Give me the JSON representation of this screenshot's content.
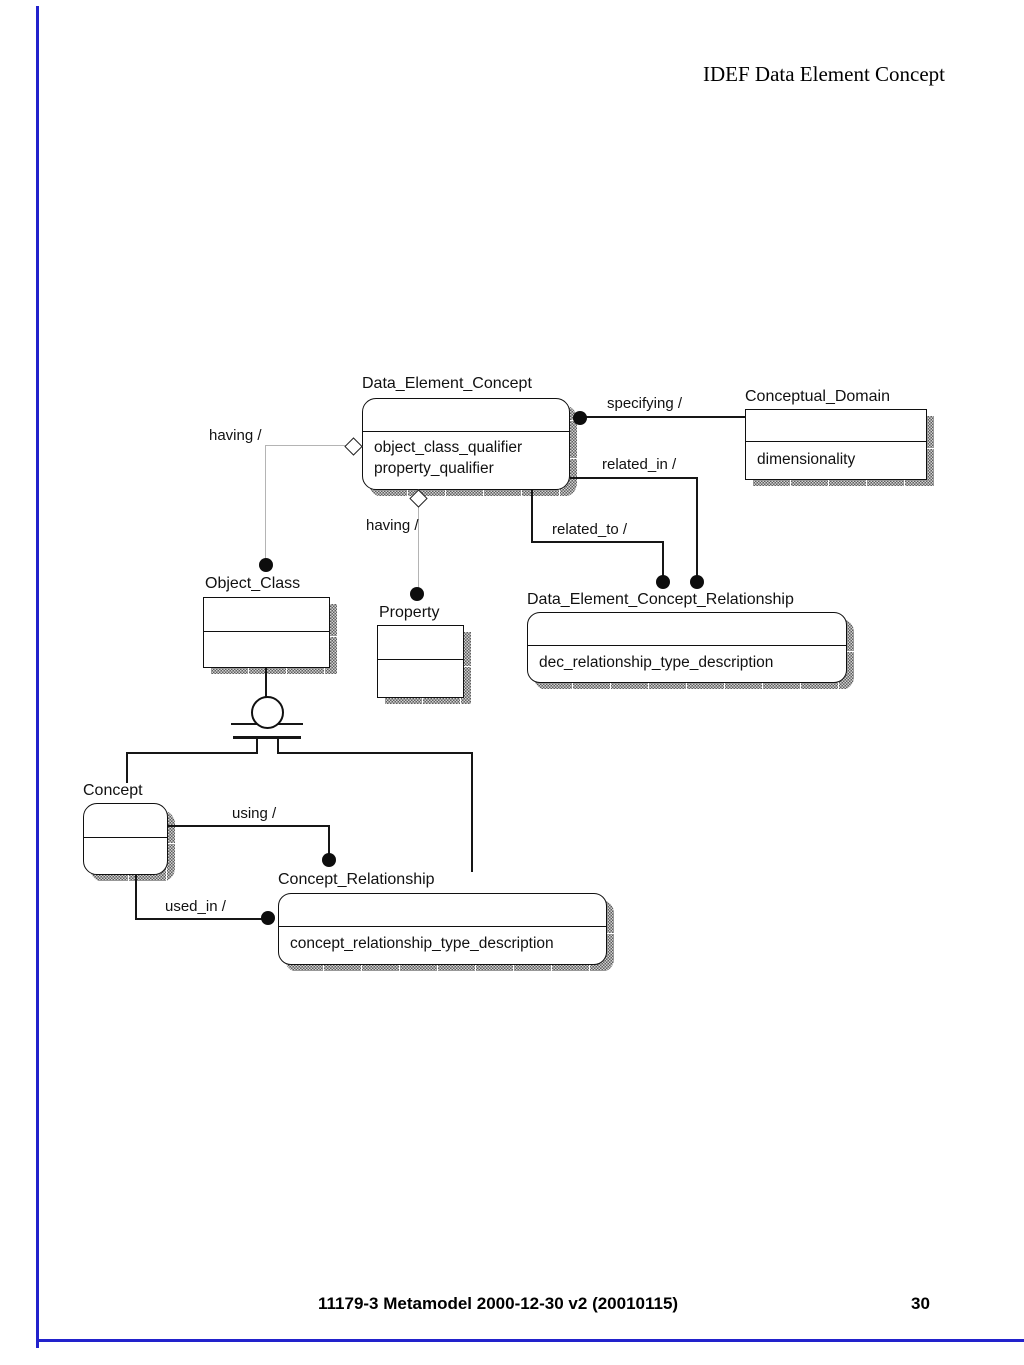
{
  "page": {
    "title": "IDEF Data Element Concept",
    "footer_left": "11179-3 Metamodel 2000-12-30 v2 (20010115)",
    "footer_page": "30"
  },
  "colors": {
    "accent_blue": "#2222CC",
    "line_black": "#161616",
    "connector_gray": "#b4b4b4",
    "shadow_gray": "#5e5e5e"
  },
  "entities": {
    "data_element_concept": {
      "name": "Data_Element_Concept",
      "attr1": "object_class_qualifier",
      "attr2": "property_qualifier"
    },
    "conceptual_domain": {
      "name": "Conceptual_Domain",
      "attr1": "dimensionality"
    },
    "object_class": {
      "name": "Object_Class"
    },
    "property": {
      "name": "Property"
    },
    "dec_relationship": {
      "name": "Data_Element_Concept_Relationship",
      "attr1": "dec_relationship_type_description"
    },
    "concept": {
      "name": "Concept"
    },
    "concept_relationship": {
      "name": "Concept_Relationship",
      "attr1": "concept_relationship_type_description"
    }
  },
  "relationships": {
    "having_left": "having /",
    "having_bottom": "having /",
    "specifying": "specifying /",
    "related_in": "related_in /",
    "related_to": "related_to /",
    "using": "using /",
    "used_in": "used_in /"
  }
}
